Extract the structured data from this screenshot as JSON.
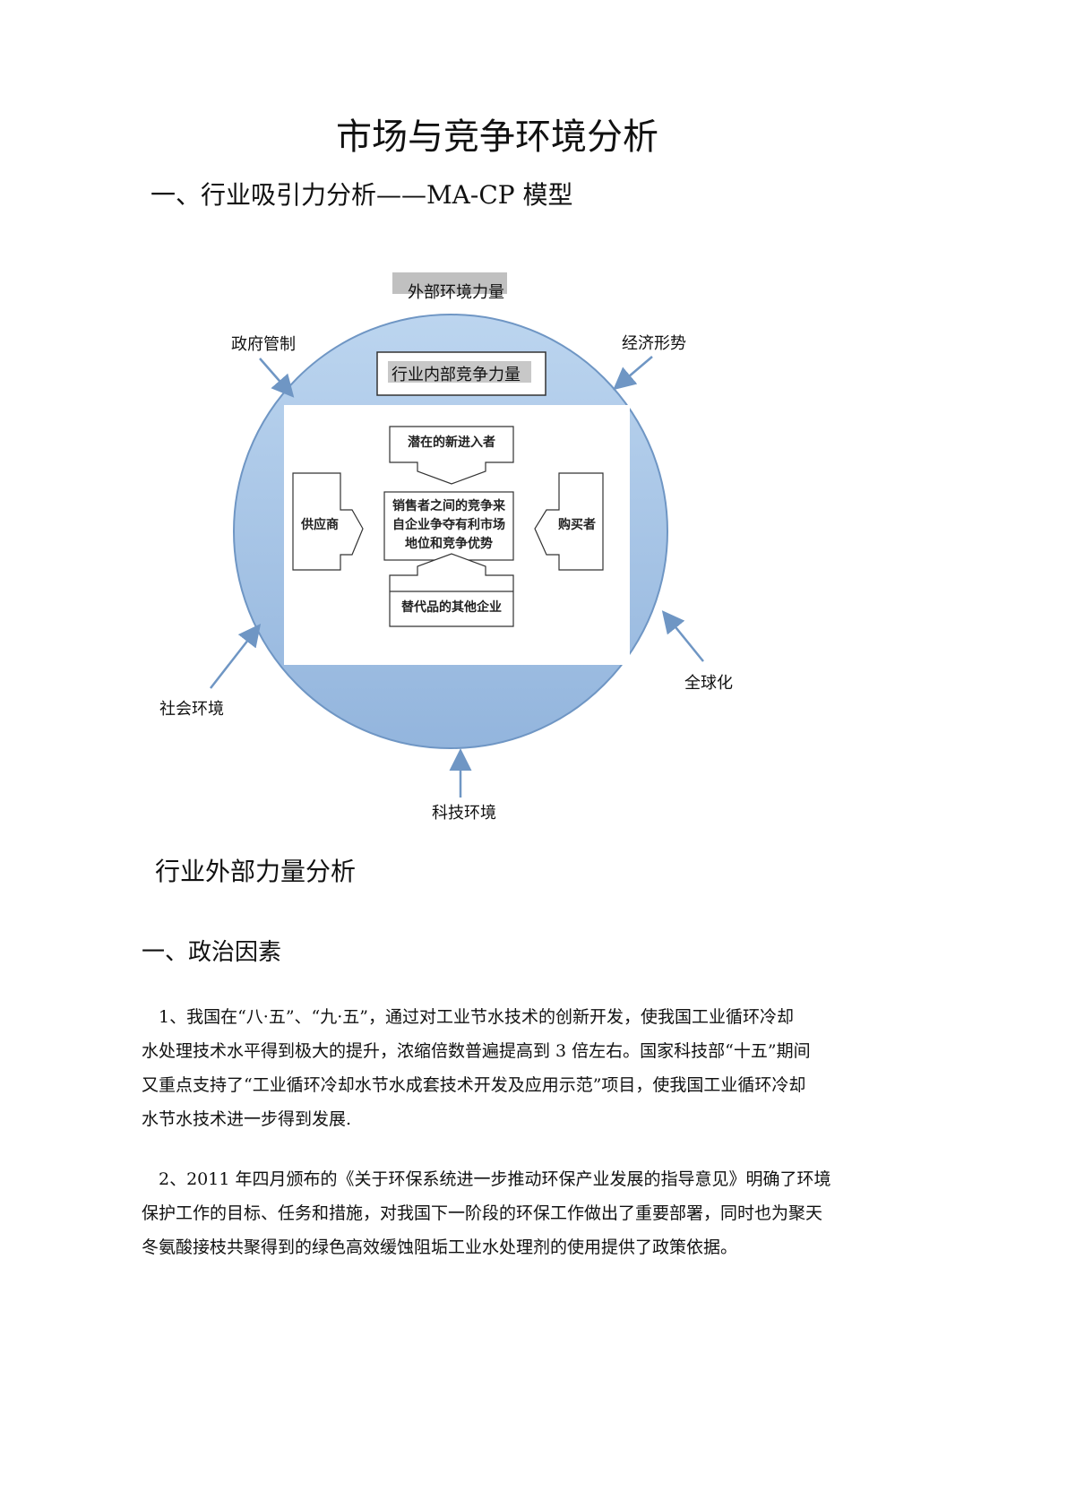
{
  "title": "市场与竞争环境分析",
  "section1": "一、行业吸引力分析——MA-CP 模型",
  "diagram": {
    "outer_label": "外部环境力量",
    "inner_label": "行业内部竞争力量",
    "forces": {
      "gov": "政府管制",
      "econ": "经济形势",
      "social": "社会环境",
      "global": "全球化",
      "tech": "科技环境"
    },
    "porter": {
      "entrants": "潜在的新进入者",
      "center": [
        "销售者之间的竞争来",
        "自企业争夺有利市场",
        "地位和竞争优势"
      ],
      "suppliers": "供应商",
      "buyers": "购买者",
      "substitutes": "替代品的其他企业"
    },
    "colors": {
      "circle_top": "#b9d3ee",
      "circle_bottom": "#94b6de",
      "stroke": "#6f96c4",
      "label_bg": "#c0c0c0"
    }
  },
  "section2": "行业外部力量分析",
  "section3": "一、政治因素",
  "para1": [
    "　1、我国在“八·五”、“九·五”，通过对工业节水技术的创新开发，使我国工业循环冷却",
    "水处理技术水平得到极大的提升，浓缩倍数普遍提高到 3 倍左右。国家科技部“十五”期间",
    "又重点支持了“工业循环冷却水节水成套技术开发及应用示范”项目，使我国工业循环冷却",
    "水节水技术进一步得到发展."
  ],
  "para2": [
    "　2、2011 年四月颁布的《关于环保系统进一步推动环保产业发展的指导意见》明确了环境",
    "保护工作的目标、任务和措施，对我国下一阶段的环保工作做出了重要部署，同时也为聚天",
    "冬氨酸接枝共聚得到的绿色高效缓蚀阻垢工业水处理剂的使用提供了政策依据。"
  ]
}
